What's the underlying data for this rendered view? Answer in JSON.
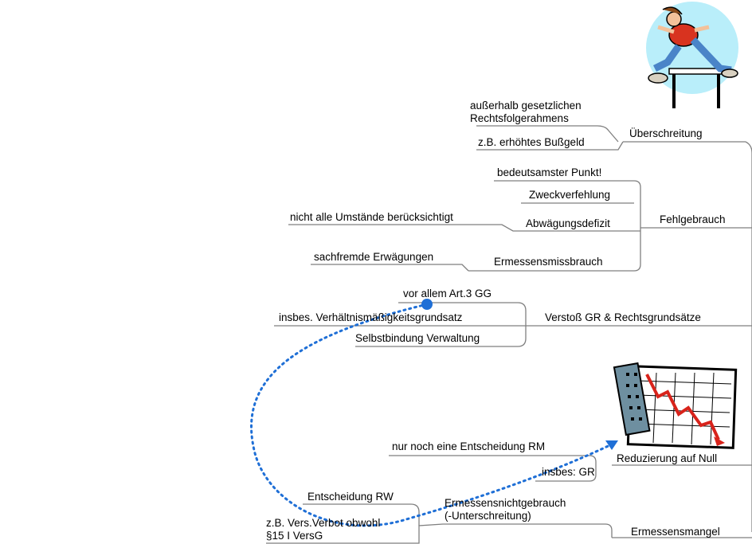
{
  "branches": {
    "ueberschreitung": {
      "label": "Überschreitung",
      "children": [
        "außerhalb gesetzlichen\nRechtsfolgerahmens",
        "z.B. erhöhtes Bußgeld"
      ]
    },
    "fehlgebrauch": {
      "label": "Fehlgebrauch",
      "children": [
        "bedeutsamster Punkt!",
        "Zweckverfehlung",
        "Abwägungsdefizit",
        "Ermessensmissbrauch"
      ],
      "grandchildren": {
        "abwaegungsdefizit": "nicht alle Umstände berücksichtigt",
        "ermessensmissbrauch": "sachfremde Erwägungen"
      }
    },
    "verstoss": {
      "label": "Verstoß GR & Rechtsgrundsätze",
      "children": [
        "vor allem Art.3 GG",
        "insbes. Verhältnismäßigkeitsgrundsatz",
        "Selbstbindung Verwaltung"
      ]
    },
    "reduzierung": {
      "label": "Reduzierung auf Null",
      "children": [
        "nur noch eine Entscheidung RM",
        "insbes: GR"
      ]
    },
    "ermessensmangel": {
      "label": "Ermessensmangel",
      "children": [
        "Ermessensnichtgebrauch\n(-Unterschreitung)"
      ],
      "grandchildren": [
        "Entscheidung RW",
        "z.B. Vers.Verbot obwohl\n§15 I VersG"
      ]
    }
  },
  "colors": {
    "line": "#7f7f7f",
    "arrow": "#1f6fd6"
  },
  "icons": [
    "hurdle-runner-clipart",
    "falling-chart-clipart"
  ]
}
